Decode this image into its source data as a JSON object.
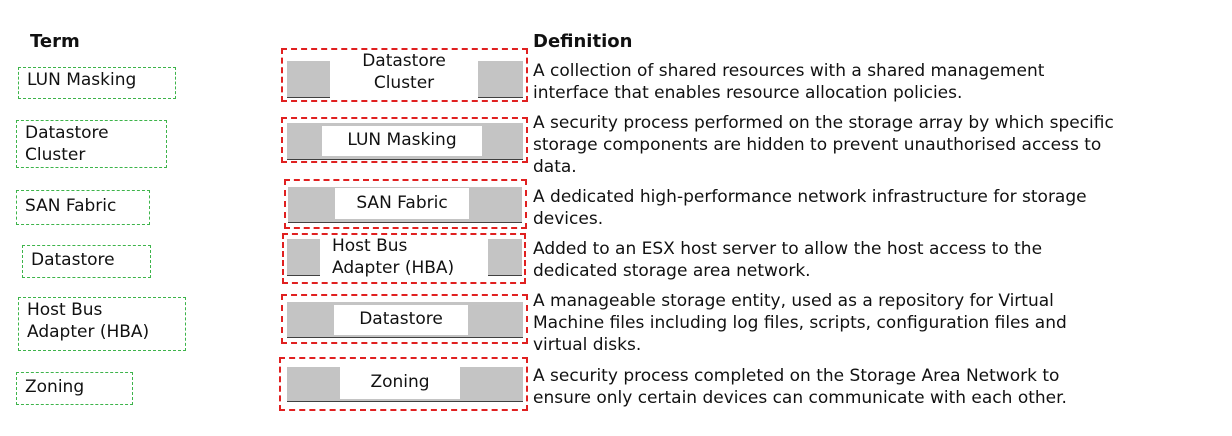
{
  "headings": {
    "term": "Term",
    "definition": "Definition"
  },
  "terms": [
    "LUN Masking",
    "Datastore\nCluster",
    "SAN Fabric",
    "Datastore",
    "Host Bus\nAdapter (HBA)",
    "Zoning"
  ],
  "answers": [
    "Datastore\nCluster",
    "LUN Masking",
    "SAN Fabric",
    "Host Bus\nAdapter (HBA)",
    "Datastore",
    "Zoning"
  ],
  "definitions": [
    "A collection of shared resources with a shared management\ninterface that enables resource allocation policies.",
    "A security process performed on the storage array by which specific\nstorage components are hidden to prevent unauthorised access to\ndata.",
    "A dedicated high-performance network infrastructure for storage\ndevices.",
    "Added to an ESX host server to allow the host access to the\ndedicated storage area network.",
    "A manageable storage entity, used as a repository for Virtual\nMachine files including log files, scripts, configuration files and\nvirtual disks.",
    "A security process completed on the Storage Area Network to\nensure only certain devices can communicate with each other."
  ],
  "colors": {
    "term_border": "#3db44a",
    "drop_zone_border": "#e02020",
    "drop_bar": "#c4c4c4"
  }
}
